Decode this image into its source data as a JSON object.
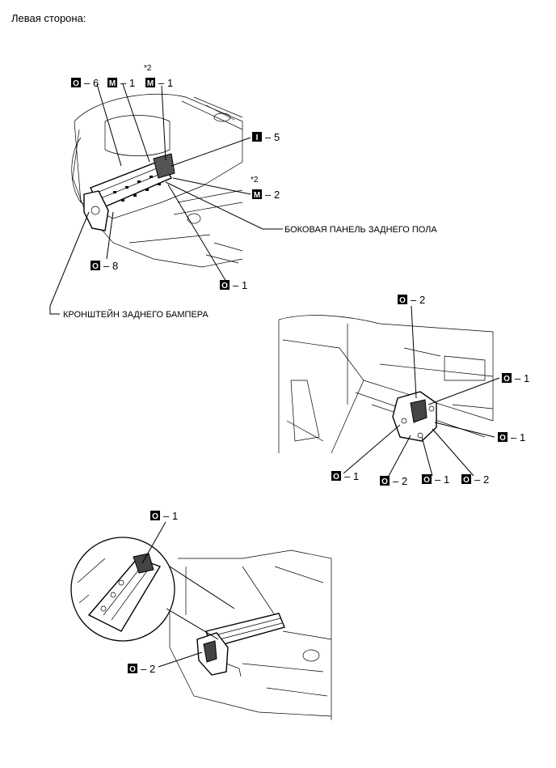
{
  "page": {
    "title": "Левая сторона:"
  },
  "view1": {
    "callouts": [
      {
        "sym": "O",
        "num": "6"
      },
      {
        "sym": "M",
        "num": "1"
      },
      {
        "sym": "M",
        "num": "1",
        "note": "*2"
      },
      {
        "sym": "I",
        "num": "5"
      },
      {
        "sym": "M",
        "num": "2",
        "note": "*2"
      },
      {
        "sym": "O",
        "num": "8"
      },
      {
        "sym": "O",
        "num": "1"
      }
    ],
    "part_labels": {
      "floor_side_panel": "БОКОВАЯ ПАНЕЛЬ ЗАДНЕГО ПОЛА",
      "bumper_bracket": "КРОНШТЕЙН ЗАДНЕГО БАМПЕРА"
    }
  },
  "view2": {
    "callouts": [
      {
        "sym": "O",
        "num": "2"
      },
      {
        "sym": "O",
        "num": "1"
      },
      {
        "sym": "O",
        "num": "1"
      },
      {
        "sym": "O",
        "num": "1"
      },
      {
        "sym": "O",
        "num": "2"
      },
      {
        "sym": "O",
        "num": "1"
      },
      {
        "sym": "O",
        "num": "2"
      }
    ]
  },
  "view3": {
    "callouts": [
      {
        "sym": "O",
        "num": "1"
      },
      {
        "sym": "O",
        "num": "2"
      }
    ]
  },
  "dash": "–"
}
